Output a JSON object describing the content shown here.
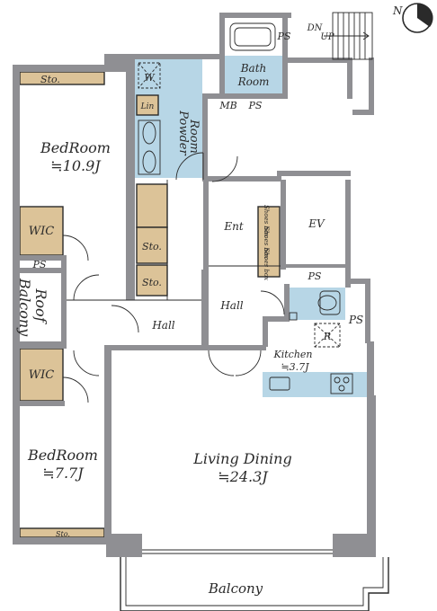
{
  "rooms": {
    "bedroom1": {
      "name": "BedRoom",
      "size": "≒10.9J"
    },
    "bedroom2": {
      "name": "BedRoom",
      "size": "≒7.7J"
    },
    "living": {
      "name": "Living Dining",
      "size": "≒24.3J"
    },
    "kitchen": {
      "name": "Kitchen",
      "size": "≒3.7J"
    },
    "bath": {
      "name1": "Bath",
      "name2": "Room"
    },
    "powder": {
      "name1": "Powder",
      "name2": "Room"
    },
    "wic_top": "WIC",
    "wic_bottom": "WIC",
    "entrance": "Ent",
    "ev": "EV",
    "hall_left": "Hall",
    "hall_right": "Hall",
    "balcony": "Balcony",
    "roof_balcony": {
      "line1": "Roof",
      "line2": "Balcony"
    }
  },
  "storage": {
    "sto_top": "Sto.",
    "sto_mid1": "Sto.",
    "sto_mid2": "Sto.",
    "sto_bottom": "Sto.",
    "lin": "Lin",
    "w": "W",
    "r": "R",
    "shoes": [
      "Shoes box",
      "Shoes box",
      "Shoes box"
    ]
  },
  "utility": {
    "ps_bath": "PS",
    "ps_mb": "PS",
    "mb": "MB",
    "ps_left": "PS",
    "ps_kitchen": "PS",
    "ps_right": "PS"
  },
  "stairs": {
    "dn": "DN",
    "up": "UP"
  },
  "compass": {
    "label": "N"
  },
  "colors": {
    "wall": "#8f8f93",
    "storage": "#dcc398",
    "wet_area": "#b7d6e6"
  }
}
